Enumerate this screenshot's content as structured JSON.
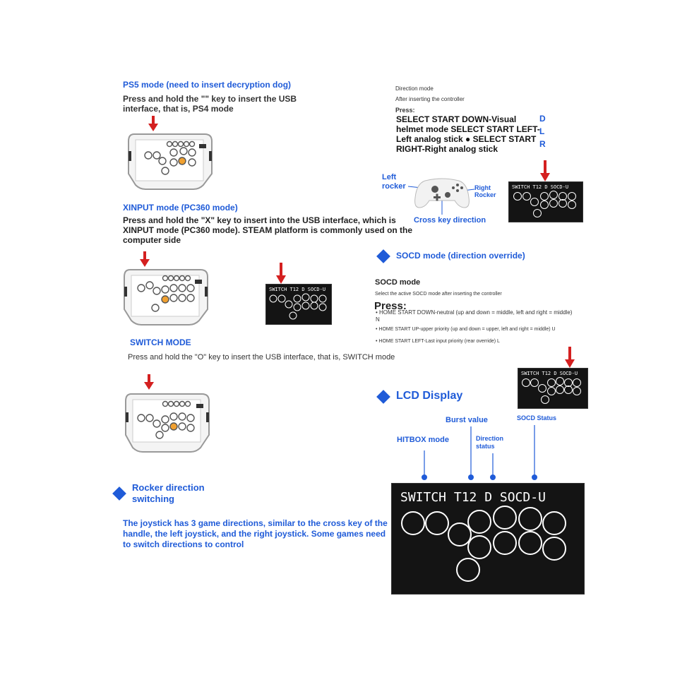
{
  "ps5": {
    "title": "PS5 mode (need to insert decryption dog)",
    "desc": "Press and hold the \"\" key to insert the USB interface, that is, PS4 mode"
  },
  "xinput": {
    "title": "XINPUT mode (PC360 mode)",
    "desc": "Press and hold the \"X\" key to insert into the USB interface, which is XINPUT mode (PC360 mode). STEAM platform is commonly used on the computer side"
  },
  "switch_mode": {
    "title": "SWITCH MODE",
    "desc": "Press and hold the \"O\" key to insert the USB interface, that is, SWITCH mode"
  },
  "rocker": {
    "title_line1": "Rocker direction",
    "title_line2": "switching",
    "desc": "The joystick has 3 game directions, similar to the cross key of the handle, the left joystick, and the right joystick. Some games need to switch directions to control"
  },
  "direction": {
    "title": "Direction mode",
    "subtitle": "After inserting the controller",
    "press": "Press:",
    "body": "SELECT START DOWN-Visual helmet mode SELECT START LEFT-Left analog stick ● SELECT START RIGHT-Right analog stick",
    "letters": [
      "D",
      "L",
      "R"
    ],
    "left_label_1": "Left",
    "left_label_2": "rocker",
    "right_label_1": "Right",
    "right_label_2": "Rocker",
    "cross_label": "Cross key direction"
  },
  "socd": {
    "section": "SOCD mode (direction override)",
    "title": "SOCD mode",
    "subtitle": "Select the active SOCD mode after inserting the controller",
    "press": "Press:",
    "items": [
      "• HOME START DOWN-neutral (up and down = middle, left and right = middle) N",
      "• HOME START UP-upper priority (up and down = upper, left and right = middle) U",
      "• HOME START LEFT-Last input priority (rear override) L"
    ]
  },
  "lcd": {
    "section": "LCD Display",
    "screen_text": "SWITCH T12 D SOCD-U",
    "small_text_1": "SWITCH T12 D SOCD-U",
    "small_text_2": "SWITCH T12 D SOCD-U",
    "small_text_3": "SWITCH T12 D SOCD-U",
    "labels": {
      "hitbox": "HITBOX mode",
      "burst": "Burst value",
      "direction_1": "Direction",
      "direction_2": "status",
      "socd": "SOCD Status"
    }
  },
  "colors": {
    "accent": "#1f5bd8",
    "arrow": "#d42020",
    "orange_button": "#f0a030",
    "lcd_bg": "#141414"
  }
}
